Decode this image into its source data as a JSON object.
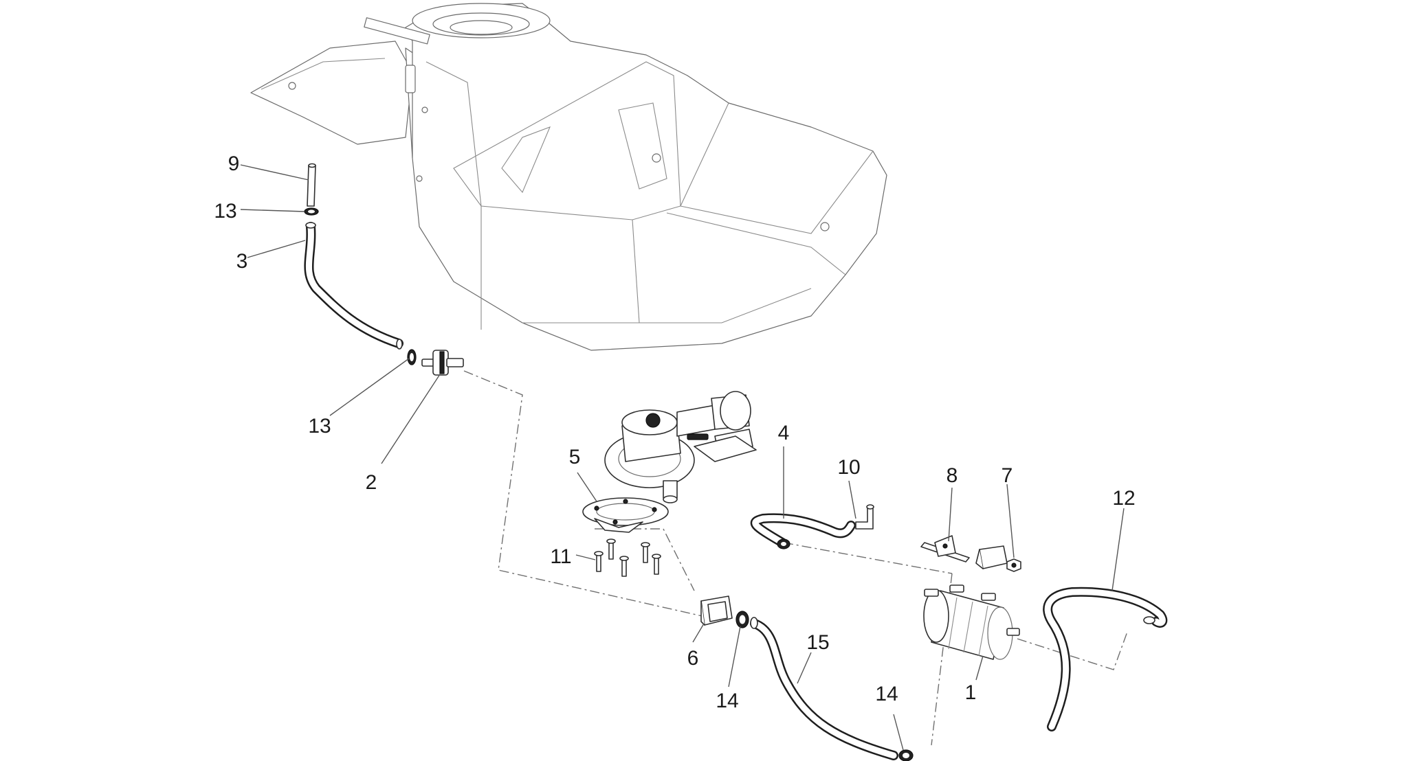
{
  "callouts": {
    "c1": "1",
    "c2": "2",
    "c3": "3",
    "c4": "4",
    "c5": "5",
    "c6": "6",
    "c7": "7",
    "c8": "8",
    "c9": "9",
    "c10": "10",
    "c11": "11",
    "c12": "12",
    "c13a": "13",
    "c13b": "13",
    "c14a": "14",
    "c14b": "14",
    "c15": "15"
  }
}
